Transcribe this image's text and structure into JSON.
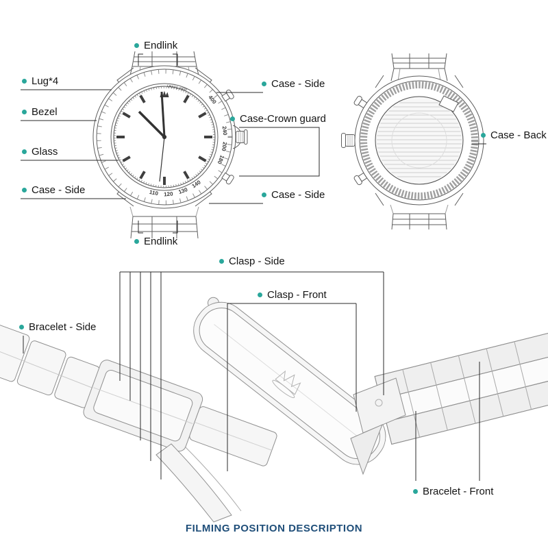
{
  "meta": {
    "bullet_color": "#2aa79b",
    "title_color": "#1f4e79",
    "leader_line_color": "#2a2a2a"
  },
  "labels": {
    "endlink_top": "Endlink",
    "lug4": "Lug*4",
    "bezel": "Bezel",
    "glass": "Glass",
    "case_side_left": "Case - Side",
    "case_side_top_right": "Case - Side",
    "case_crown_guard": "Case-Crown guard",
    "case_side_bottom_right": "Case - Side",
    "endlink_bottom": "Endlink",
    "case_back": "Case - Back",
    "clasp_side": "Clasp - Side",
    "clasp_front": "Clasp - Front",
    "bracelet_side": "Bracelet - Side",
    "bracelet_front": "Bracelet - Front"
  },
  "watch_front": {
    "bezel_text": "UNITS PER",
    "bezel_numbers": [
      "400",
      "240",
      "200",
      "180",
      "140",
      "130",
      "120",
      "110"
    ]
  },
  "footer": {
    "title": "FILMING POSITION DESCRIPTION"
  }
}
